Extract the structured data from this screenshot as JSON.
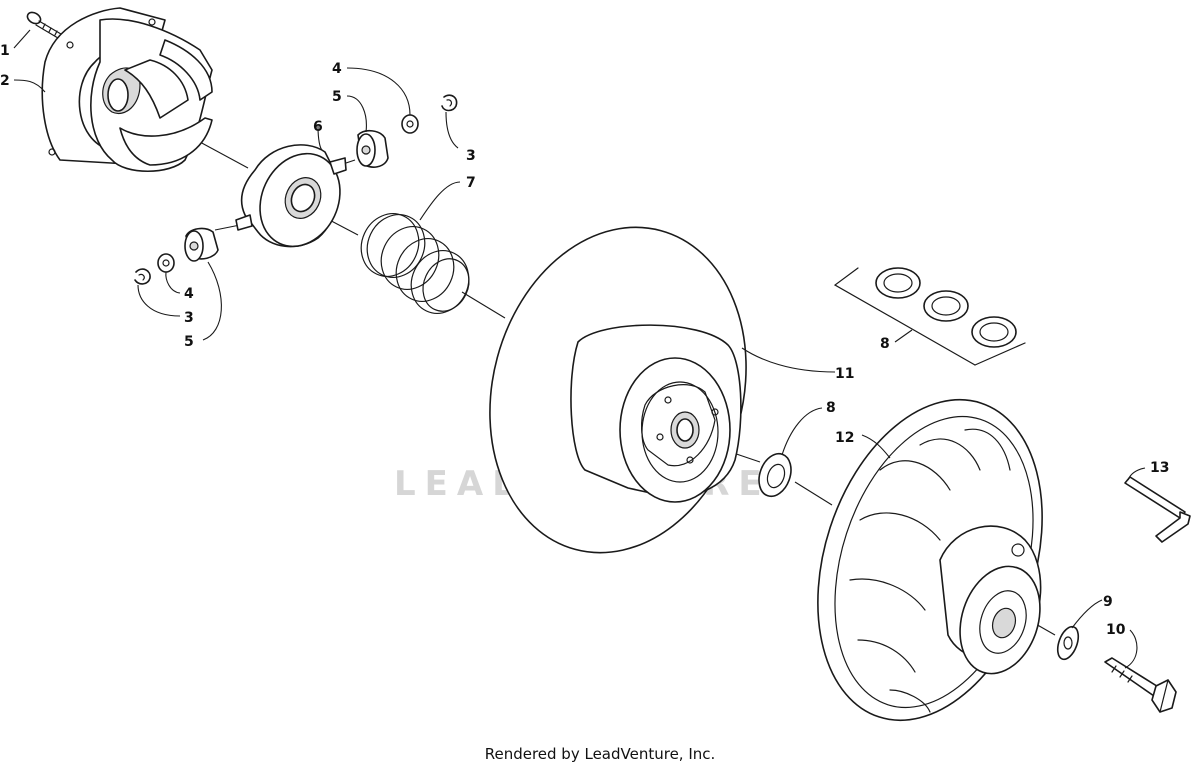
{
  "callouts": {
    "c1": "1",
    "c2": "2",
    "c3a": "3",
    "c3b": "3",
    "c4a": "4",
    "c4b": "4",
    "c5a": "5",
    "c5b": "5",
    "c6": "6",
    "c7": "7",
    "c8a": "8",
    "c8b": "8",
    "c9": "9",
    "c10": "10",
    "c11": "11",
    "c12": "12",
    "c13": "13"
  },
  "watermark": {
    "text": "LEADVENTURE"
  },
  "footer": {
    "text": "Rendered by LeadVenture, Inc."
  },
  "colors": {
    "line": "#1a1a1a",
    "watermark": "#d6d6d6",
    "background": "#ffffff"
  },
  "icons": {
    "watermark_logo": "leadventure-flame-logo"
  }
}
